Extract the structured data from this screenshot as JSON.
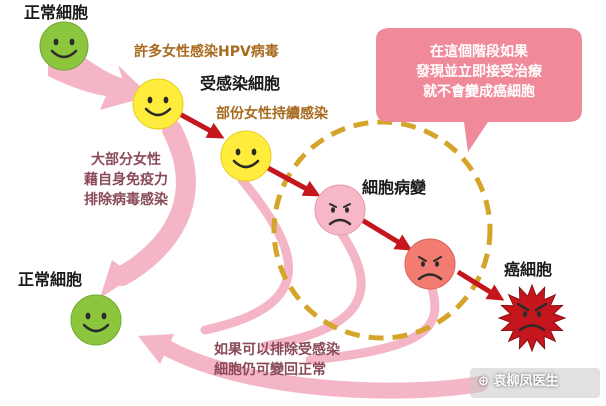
{
  "labels": {
    "normal_top": "正常細胞",
    "hpv_infection": "許多女性感染HPV病毒",
    "infected_cell": "受感染細胞",
    "persistent": "部份女性持續感染",
    "lesion": "細胞病變",
    "cancer": "癌細胞",
    "normal_bottom": "正常細胞",
    "immune_line1": "大部分女性",
    "immune_line2": "藉自身免疫力",
    "immune_line3": "排除病毒感染",
    "recover_line1": "如果可以排除受感染",
    "recover_line2": "細胞仍可變回正常",
    "bubble_line1": "在這個階段如果",
    "bubble_line2": "發現並立即接受治療",
    "bubble_line3": "就不會變成癌細胞"
  },
  "watermark": "袁柳凤医生",
  "colors": {
    "green_face": "#8cc63f",
    "yellow_face": "#ffec3d",
    "pink_face": "#f6b8c6",
    "salmon_face": "#f27c72",
    "cancer_red": "#c4161c",
    "arrow_pink": "#f4b6c6",
    "arrow_red": "#c4161c",
    "dashed_circle": "#d4a52a",
    "bubble": "#f08a9a",
    "text_gold": "#a86a1e",
    "text_mauve": "#8a4a58"
  }
}
